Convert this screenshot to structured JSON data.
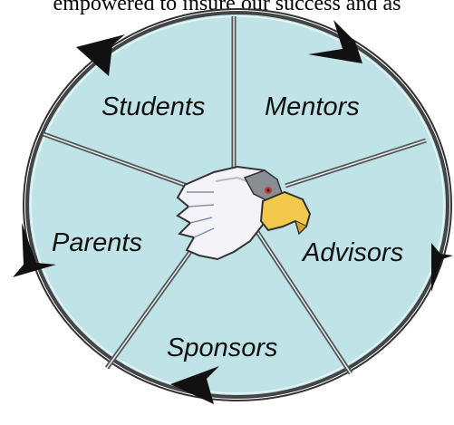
{
  "caption": "empowered to insure our success and as",
  "wheel": {
    "segments": [
      "Students",
      "Mentors",
      "Advisors",
      "Sponsors",
      "Parents"
    ],
    "fill_color": "#bfe3e7",
    "divider_color": "#555555",
    "rim_color": "#333333",
    "rotation": "clockwise"
  },
  "center_emblem": "eagle-head"
}
